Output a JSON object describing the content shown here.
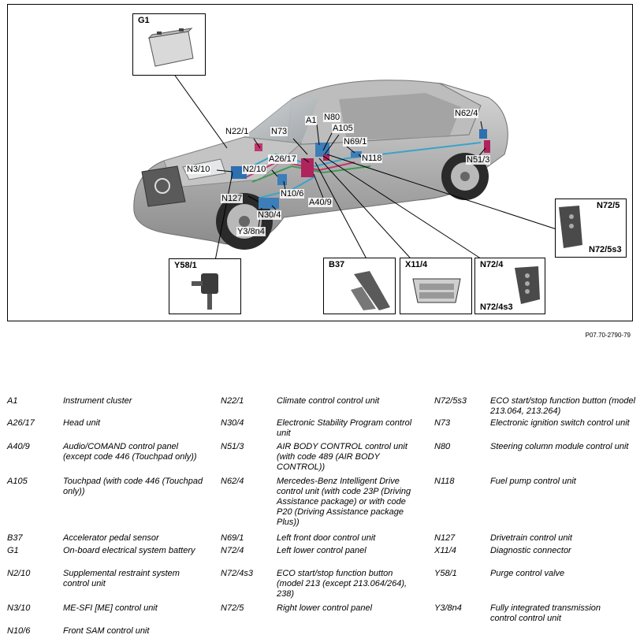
{
  "figure_code": "P07.70-2790-79",
  "callouts": {
    "g1": "G1",
    "y58_1": "Y58/1",
    "b37": "B37",
    "x11_4": "X11/4",
    "n72_4": "N72/4",
    "n72_4s3": "N72/4s3",
    "n72_5": "N72/5",
    "n72_5s3": "N72/5s3"
  },
  "car_labels": {
    "n22_1": "N22/1",
    "n73": "N73",
    "a1": "A1",
    "n80": "N80",
    "a105": "A105",
    "n62_4": "N62/4",
    "n69_1": "N69/1",
    "a26_17": "A26/17",
    "n118": "N118",
    "n3_10": "N3/10",
    "n2_10": "N2/10",
    "n51_3": "N51/3",
    "n127": "N127",
    "n10_6": "N10/6",
    "a40_9": "A40/9",
    "n30_4": "N30/4",
    "y3_8n4": "Y3/8n4"
  },
  "legend": {
    "col1": [
      {
        "code": "A1",
        "desc": "Instrument cluster"
      },
      {
        "code": "A26/17",
        "desc": "Head unit"
      },
      {
        "code": "A40/9",
        "desc": "Audio/COMAND control panel (except code 446 (Touchpad only))"
      },
      {
        "code": "A105",
        "desc": "Touchpad (with code 446 (Touchpad only))"
      },
      {
        "code": "B37",
        "desc": "Accelerator pedal sensor"
      },
      {
        "code": "G1",
        "desc": "On-board electrical system battery"
      },
      {
        "code": "N2/10",
        "desc": "Supplemental restraint system control unit"
      },
      {
        "code": "N3/10",
        "desc": "ME-SFI [ME] control unit"
      },
      {
        "code": "N10/6",
        "desc": "Front SAM control unit"
      }
    ],
    "col2": [
      {
        "code": "N22/1",
        "desc": "Climate control control unit"
      },
      {
        "code": "N30/4",
        "desc": "Electronic Stability Program control unit"
      },
      {
        "code": "N51/3",
        "desc": "AIR BODY CONTROL control unit (with code 489 (AIR BODY CONTROL))"
      },
      {
        "code": "N62/4",
        "desc": "Mercedes-Benz Intelligent Drive control unit (with code 23P (Driving Assistance package) or with code P20 (Driving Assistance package Plus))"
      },
      {
        "code": "N69/1",
        "desc": "Left front door control unit"
      },
      {
        "code": "N72/4",
        "desc": "Left lower control panel"
      },
      {
        "code": "N72/4s3",
        "desc": "ECO start/stop function button (model 213 (except 213.064/264), 238)"
      },
      {
        "code": "N72/5",
        "desc": "Right lower control panel"
      }
    ],
    "col3": [
      {
        "code": "N72/5s3",
        "desc": "ECO start/stop function button (model 213.064, 213.264)"
      },
      {
        "code": "N73",
        "desc": "Electronic ignition switch control unit"
      },
      {
        "code": "N80",
        "desc": "Steering column module control unit"
      },
      {
        "code": "N118",
        "desc": "Fuel pump control unit"
      },
      {
        "code": "N127",
        "desc": "Drivetrain control unit"
      },
      {
        "code": "X11/4",
        "desc": "Diagnostic connector"
      },
      {
        "code": "Y58/1",
        "desc": "Purge control valve"
      },
      {
        "code": "Y3/8n4",
        "desc": "Fully integrated transmission control control unit"
      }
    ]
  }
}
